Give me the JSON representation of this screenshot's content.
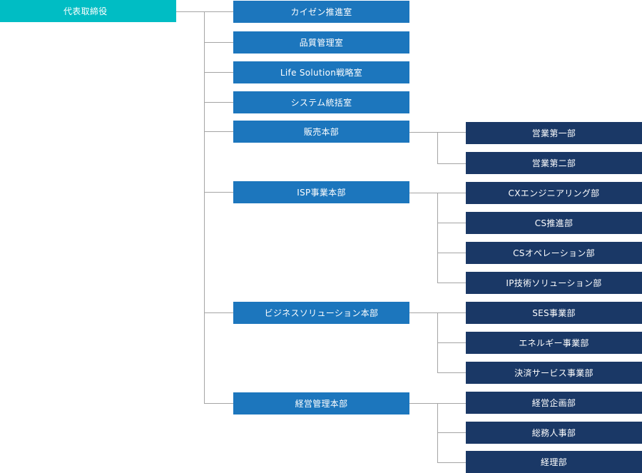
{
  "root": {
    "label": "代表取締役"
  },
  "colors": {
    "root": "#00bdc4",
    "division": "#1c76bd",
    "department": "#1a3866",
    "connector": "#a4a4a4"
  },
  "divisions": [
    {
      "label": "カイゼン推進室",
      "departments": []
    },
    {
      "label": "品質管理室",
      "departments": []
    },
    {
      "label": "Life Solution戦略室",
      "departments": []
    },
    {
      "label": "システム統括室",
      "departments": []
    },
    {
      "label": "販売本部",
      "departments": [
        "営業第一部",
        "営業第二部"
      ]
    },
    {
      "label": "ISP事業本部",
      "departments": [
        "CXエンジニアリング部",
        "CS推進部",
        "CSオペレーション部",
        "IP技術ソリューション部"
      ]
    },
    {
      "label": "ビジネスソリューション本部",
      "departments": [
        "SES事業部",
        "エネルギー事業部",
        "決済サービス事業部"
      ]
    },
    {
      "label": "経営管理本部",
      "departments": [
        "経営企画部",
        "総務人事部",
        "経理部"
      ]
    }
  ]
}
